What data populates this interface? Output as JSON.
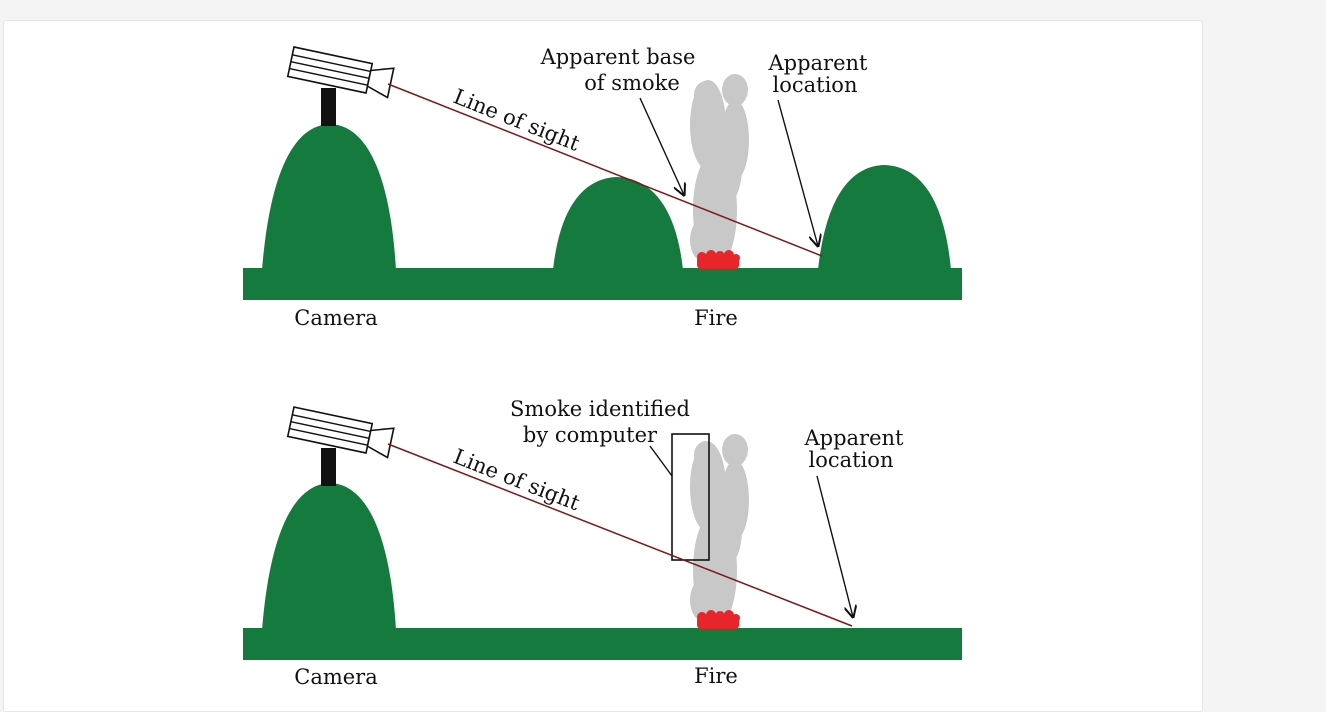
{
  "colors": {
    "hill": "#157a3e",
    "ground": "#157a3e",
    "smoke": "#c8c8c8",
    "fire": "#e8252a",
    "line_of_sight": "#7a1a1a",
    "arrow": "#111111"
  },
  "panel_top": {
    "labels": {
      "camera": "Camera",
      "fire": "Fire",
      "line_of_sight": "Line of sight",
      "apparent_base_line1": "Apparent base",
      "apparent_base_line2": "of smoke",
      "apparent_location_line1": "Apparent",
      "apparent_location_line2": "location"
    }
  },
  "panel_bottom": {
    "labels": {
      "camera": "Camera",
      "fire": "Fire",
      "line_of_sight": "Line of sight",
      "smoke_identified_line1": "Smoke identified",
      "smoke_identified_line2": "by computer",
      "apparent_location_line1": "Apparent",
      "apparent_location_line2": "location"
    }
  }
}
